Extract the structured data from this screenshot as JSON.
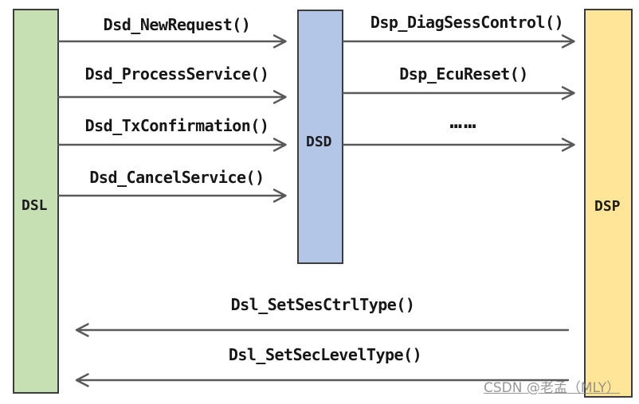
{
  "diagram": {
    "type": "module-interaction-diagram",
    "lanes": [
      {
        "id": "dsl",
        "label": "DSL",
        "fill": "#c6e0b4"
      },
      {
        "id": "dsd",
        "label": "DSD",
        "fill": "#b4c6e7"
      },
      {
        "id": "dsp",
        "label": "DSP",
        "fill": "#ffe598"
      }
    ],
    "dsl_to_dsd_calls": [
      "Dsd_NewRequest()",
      "Dsd_ProcessService()",
      "Dsd_TxConfirmation()",
      "Dsd_CancelService()"
    ],
    "dsd_to_dsp_calls": [
      "Dsp_DiagSessControl()",
      "Dsp_EcuReset()",
      "……"
    ],
    "dsp_to_dsl_calls": [
      "Dsl_SetSesCtrlType()",
      "Dsl_SetSecLevelType()"
    ],
    "colors": {
      "dsl_fill": "#c6e0b4",
      "dsd_fill": "#b4c6e7",
      "dsp_fill": "#ffe598",
      "box_border": "#3d3d3d",
      "arrow": "#595959",
      "label_text": "#161616",
      "watermark_text": "#808182"
    },
    "watermark": "CSDN @老孟（MLY）"
  }
}
